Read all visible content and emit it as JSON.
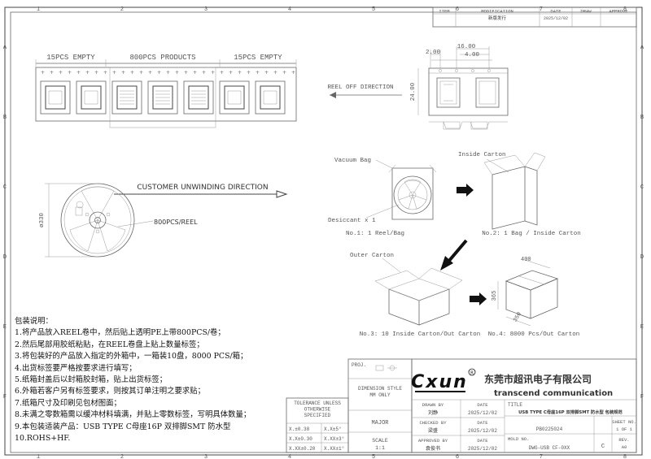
{
  "frame": {
    "col_markers": [
      "1",
      "2",
      "3",
      "4",
      "5",
      "6",
      "7",
      "8"
    ],
    "row_markers": [
      "A",
      "B",
      "C",
      "D",
      "E",
      "F"
    ]
  },
  "revision": {
    "headers": [
      "ITEM",
      "MODIFICATION",
      "DATE",
      "DRAW",
      "APPROVE"
    ],
    "row": {
      "item": "",
      "modification": "新版发行",
      "date": "2025/12/02",
      "draw": "",
      "approve": ""
    }
  },
  "tape": {
    "section_left": "15PCS EMPTY",
    "section_mid": "800PCS PRODUCTS",
    "section_right": "15PCS EMPTY",
    "reel_off": "REEL OFF DIRECTION",
    "dim_16": "16.00",
    "dim_2": "2.00",
    "dim_4": "4.00",
    "dim_24": "24.00"
  },
  "reel": {
    "unwinding": "CUSTOMER UNWINDING DIRECTION",
    "qty": "800PCS/REEL",
    "diameter": "ø330"
  },
  "packing": {
    "vacuum_bag": "Vacuum Bag",
    "desiccant": "Desiccant x 1",
    "inside_carton": "Inside Carton",
    "outer_carton": "Outer Carton",
    "step1": "No.1: 1 Reel/Bag",
    "step2": "No.2: 1 Bag / Inside Carton",
    "step3": "No.3: 10 Inside Carton/Out Carton",
    "step4": "No.4: 8000 Pcs/Out Carton",
    "dim_400": "400",
    "dim_365": "365",
    "dim_350": "350"
  },
  "notes": {
    "title": "包装说明：",
    "items": [
      "1.将产品放入REEL卷中，然后贴上透明PE上带800PCS/卷；",
      "2.然后尾部用胶纸粘贴，在REEL卷盘上贴上数量标签；",
      "3.将包装好的产品放入指定的外箱中，一箱装10盘，8000 PCS/箱；",
      "4.出货标签要严格按要求进行填写；",
      "5.纸箱封盖后以封箱胶封箱，贴上出货标签；",
      "6.外箱若客户另有标签要求，则按其订单注明之要求贴；",
      "7.纸箱尺寸及印刷见包材图面；",
      "8.未满之零数箱需以缓冲材料填满，并贴上零数标签，写明具体数量；",
      "9.本包装适装产品：USB TYPE C母座16P 双排脚SMT 防水型",
      "10.ROHS+HF."
    ]
  },
  "title_block": {
    "tolerance_title": "TOLERANCE UNLESS OTHERWISE SPECIFIED",
    "tol_rows": [
      [
        "X.±0.38",
        "X.X±5°"
      ],
      [
        "X.X±0.30",
        "X.XX±3°"
      ],
      [
        "X.XX±0.20",
        "X.XX±1°"
      ]
    ],
    "proj": "PROJ.",
    "dimension_style": "DIMENSION STYLE MM ONLY",
    "major": "MAJOR",
    "scale_label": "SCALE",
    "scale_value": "1:1",
    "logo": "Cxun",
    "company_cn": "东莞市超讯电子有限公司",
    "company_en": "transcend communication",
    "drawn_by": "DRAWN BY",
    "drawn_name": "刘静",
    "checked_by": "CHECKED BY",
    "checked_name": "梁盛",
    "approved_by": "APPROVED BY",
    "approved_name": "袁俊书",
    "date_label": "DATE",
    "date_value": "2025/12/02",
    "title_label": "TITLE",
    "title_value": "USB TYPE C母座16P 双排脚SMT 防水型 包装规范",
    "part_no": "PB0225024",
    "mold_no_label": "MOLD NO.",
    "mold_no": "DWG-USB CF-0XX",
    "size": "C",
    "sheet_label": "SHEET NO.",
    "sheet_value": "1 OF 1",
    "rev_label": "REV.",
    "rev_value": "A0"
  }
}
